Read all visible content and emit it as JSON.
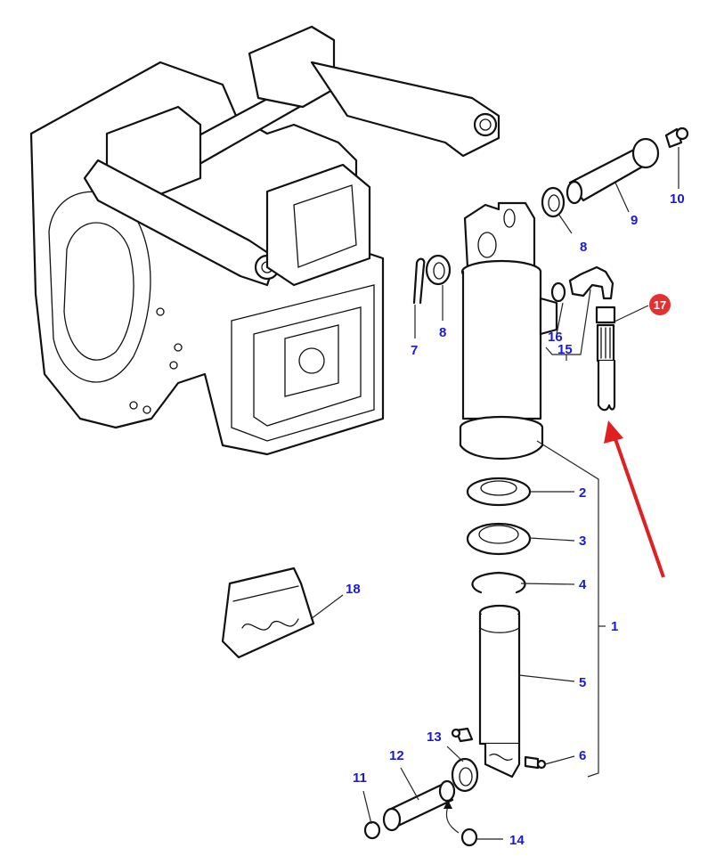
{
  "diagram": {
    "title": "Hydraulic lift cylinder assembly – exploded parts view",
    "colors": {
      "label": "#1a1ad6",
      "highlight_badge": "#e53030",
      "arrow": "#e02020",
      "line": "#111111"
    },
    "callouts": [
      {
        "id": "1",
        "text": "1"
      },
      {
        "id": "2",
        "text": "2"
      },
      {
        "id": "3",
        "text": "3"
      },
      {
        "id": "4",
        "text": "4"
      },
      {
        "id": "5",
        "text": "5"
      },
      {
        "id": "6",
        "text": "6"
      },
      {
        "id": "7",
        "text": "7"
      },
      {
        "id": "8a",
        "text": "8"
      },
      {
        "id": "8b",
        "text": "8"
      },
      {
        "id": "9",
        "text": "9"
      },
      {
        "id": "10",
        "text": "10"
      },
      {
        "id": "11",
        "text": "11"
      },
      {
        "id": "12",
        "text": "12"
      },
      {
        "id": "13",
        "text": "13"
      },
      {
        "id": "14",
        "text": "14"
      },
      {
        "id": "15",
        "text": "15"
      },
      {
        "id": "16",
        "text": "16"
      },
      {
        "id": "17",
        "text": "17"
      },
      {
        "id": "18",
        "text": "18"
      }
    ],
    "highlighted_part": "17",
    "parts": {
      "housing": "Transmission rear housing with lift arms",
      "cylinder": "Lift cylinder",
      "seal_kit": "Seal kit bag",
      "hose": "Hydraulic hose",
      "elbow": "Elbow fitting"
    }
  }
}
